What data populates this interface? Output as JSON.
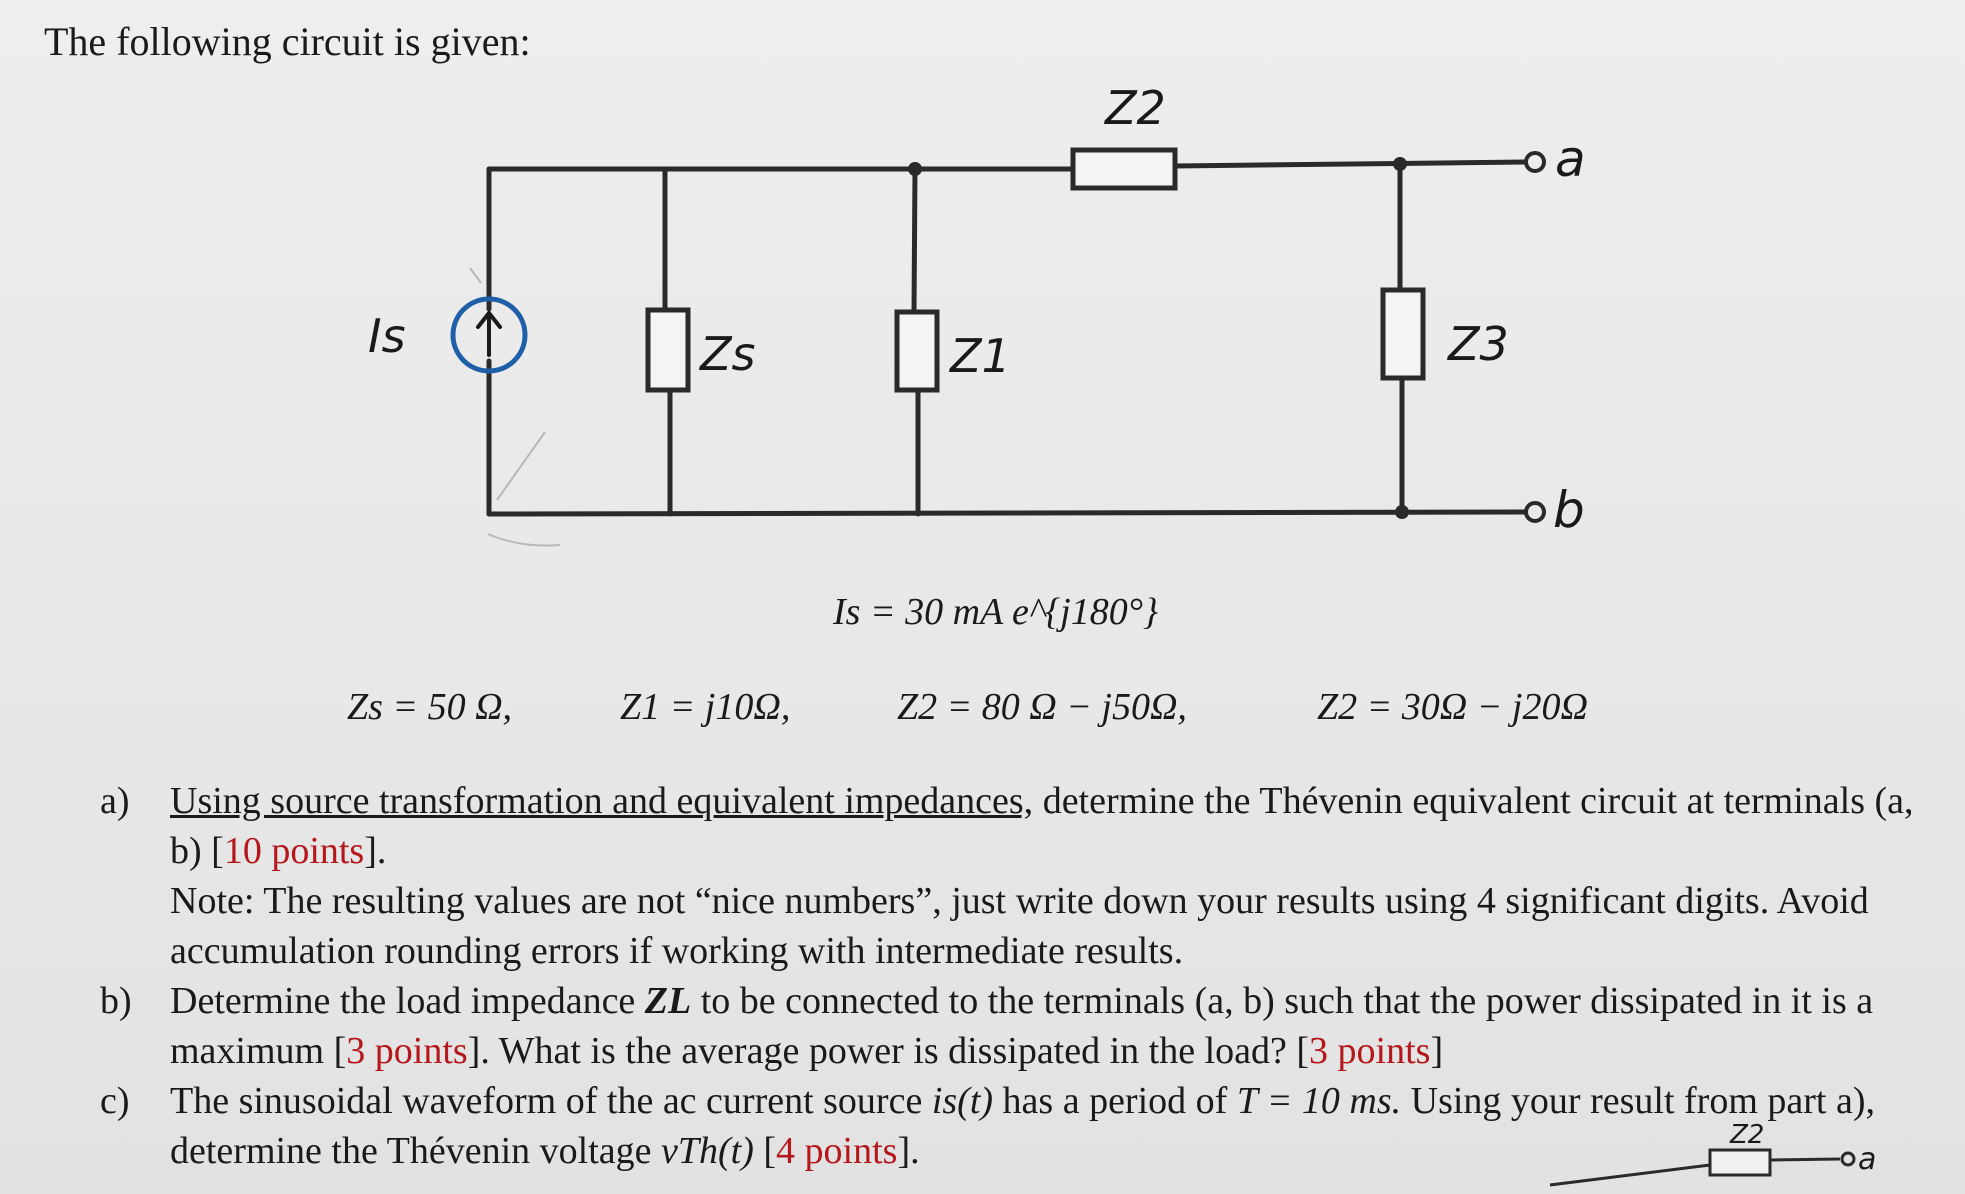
{
  "intro": "The following circuit is given:",
  "circuit": {
    "source_label": "Is",
    "zs_label": "Zs",
    "z1_label": "Z1",
    "z2_label": "Z2",
    "z3_label": "Z3",
    "terminal_a": "a",
    "terminal_b": "b"
  },
  "equations": {
    "is": "Is = 30 mA e^{j180°}",
    "zs": "Zs = 50 Ω,",
    "z1": "Z1 = j10Ω,",
    "z2": "Z2 = 80 Ω − j50Ω,",
    "z3": "Z2 = 30Ω − j20Ω"
  },
  "questions": [
    {
      "letter": "a)",
      "underlined": "Using source transformation and equivalent impedances,",
      "text1": " determine the Thévenin equivalent circuit at terminals (a, b) [",
      "points": "10 points",
      "text2": "].",
      "note": "Note: The resulting values are not “nice numbers”, just write down your results using 4 significant digits. Avoid accumulation rounding errors if working with intermediate results."
    },
    {
      "letter": "b)",
      "text1": "Determine the load impedance ",
      "var": "ZL",
      "text2": " to be connected to the terminals (a, b) such that the power dissipated in it is a maximum [",
      "points1": "3 points",
      "text3": "]. What is the average power is dissipated in the load? [",
      "points2": "3 points",
      "text4": "]"
    },
    {
      "letter": "c)",
      "text1": "The sinusoidal waveform of the ac current source ",
      "var1": "is(t)",
      "text2": " has a period of ",
      "var2": "T = 10 ms.",
      "text3": " Using your result from part a), determine the Thévenin voltage ",
      "var3": "vTh(t)",
      "text4": " [",
      "points": "4 points",
      "text5": "]."
    }
  ],
  "colors": {
    "source_circle": "#1f5fa8",
    "points": "#b5171b"
  }
}
